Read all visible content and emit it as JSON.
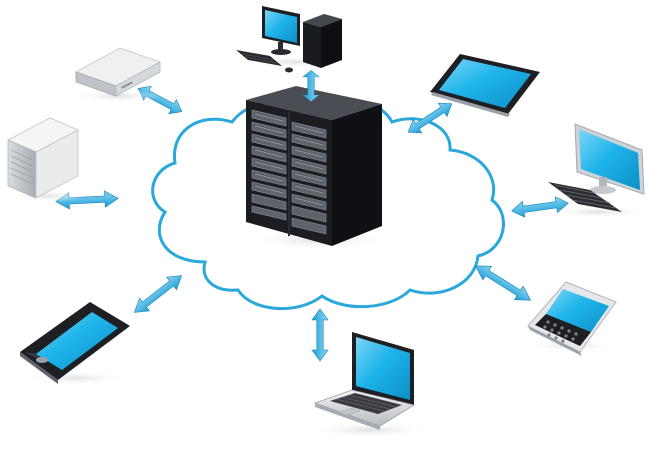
{
  "colors": {
    "background": "#ffffff",
    "cloud_outline": "#2aa8dc",
    "cloud_fill": "#ffffff",
    "arrow": "#2aa8dc",
    "arrow_highlight": "#8fd6f3",
    "screen": "#1fb4ea",
    "screen_highlight": "#7ed6f6",
    "device_black": "#1e1f23",
    "device_silver": "#cdd0d4",
    "server_black": "#17181c",
    "server_face": "#2b2d33",
    "server_bay": "#5e636b",
    "server_bay_light": "#9aa0a8",
    "shadow": "#e6e8ea"
  },
  "diagram": {
    "center": {
      "name": "server-rack",
      "icon": "server-rack-icon"
    },
    "network": {
      "name": "cloud",
      "icon": "cloud-icon"
    },
    "devices": [
      {
        "name": "desktop-computer",
        "icon": "desktop-computer-icon"
      },
      {
        "name": "tablet",
        "icon": "tablet-icon"
      },
      {
        "name": "monitor-keyboard",
        "icon": "monitor-keyboard-icon"
      },
      {
        "name": "smartphone-keyboard",
        "icon": "blackberry-phone-icon"
      },
      {
        "name": "laptop",
        "icon": "laptop-icon"
      },
      {
        "name": "smartphone",
        "icon": "smartphone-icon"
      },
      {
        "name": "tower-server",
        "icon": "tower-server-icon"
      },
      {
        "name": "network-appliance",
        "icon": "network-appliance-icon"
      }
    ],
    "connections": [
      {
        "from": "cloud",
        "to": "desktop-computer",
        "direction": "bidirectional"
      },
      {
        "from": "cloud",
        "to": "tablet",
        "direction": "bidirectional"
      },
      {
        "from": "cloud",
        "to": "monitor-keyboard",
        "direction": "bidirectional"
      },
      {
        "from": "cloud",
        "to": "smartphone-keyboard",
        "direction": "bidirectional"
      },
      {
        "from": "cloud",
        "to": "laptop",
        "direction": "bidirectional"
      },
      {
        "from": "cloud",
        "to": "smartphone",
        "direction": "bidirectional"
      },
      {
        "from": "cloud",
        "to": "tower-server",
        "direction": "bidirectional"
      },
      {
        "from": "cloud",
        "to": "network-appliance",
        "direction": "bidirectional"
      }
    ]
  }
}
